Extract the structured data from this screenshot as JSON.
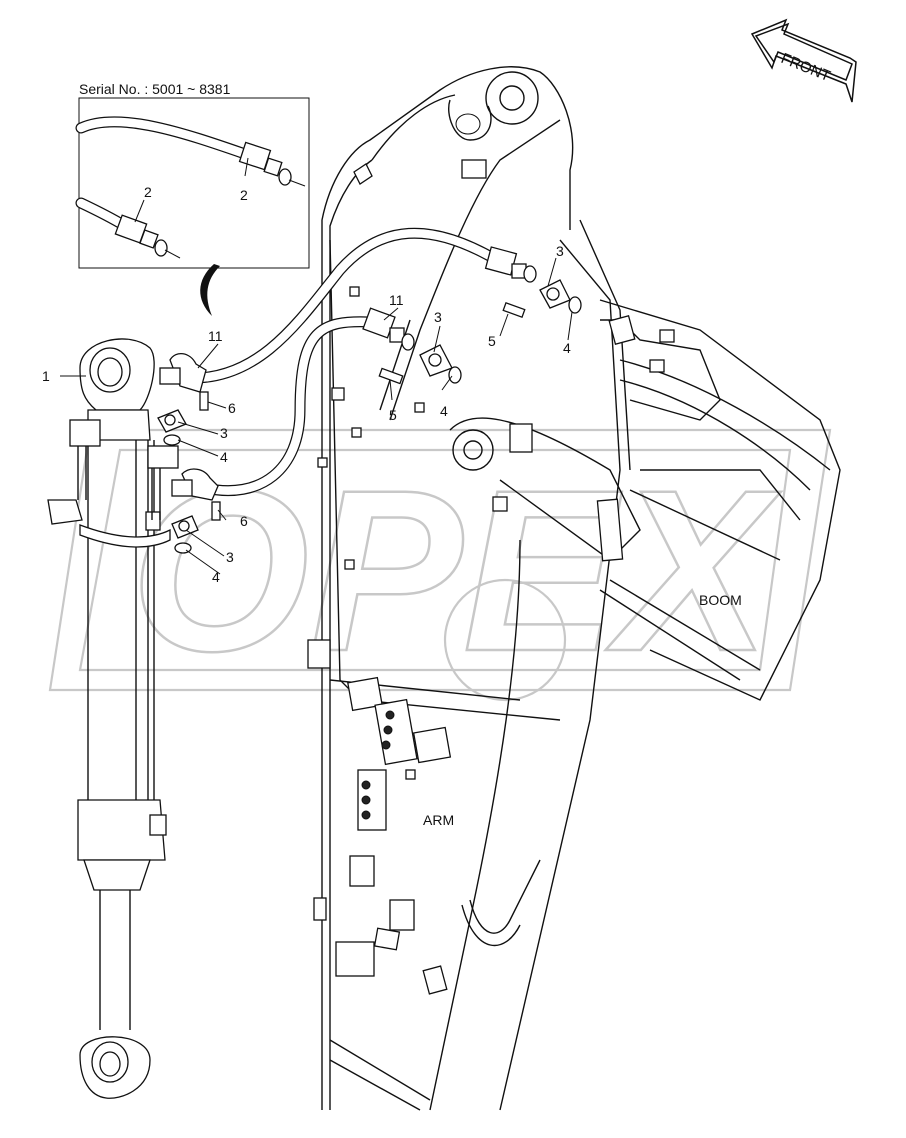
{
  "diagram": {
    "serial_label": "Serial No. : 5001 ~ 8381",
    "front_label": "FRONT",
    "boom_label": "BOOM",
    "arm_label": "ARM",
    "watermark": "OPEX",
    "callouts": {
      "c1": "1",
      "c2a": "2",
      "c2b": "2",
      "c3a": "3",
      "c3b": "3",
      "c3c": "3",
      "c3d": "3",
      "c4a": "4",
      "c4b": "4",
      "c4c": "4",
      "c4d": "4",
      "c5a": "5",
      "c5b": "5",
      "c6a": "6",
      "c6b": "6",
      "c11a": "11",
      "c11b": "11"
    }
  },
  "colors": {
    "line": "#111111",
    "watermark": "#c8c8c8",
    "background": "#ffffff"
  }
}
